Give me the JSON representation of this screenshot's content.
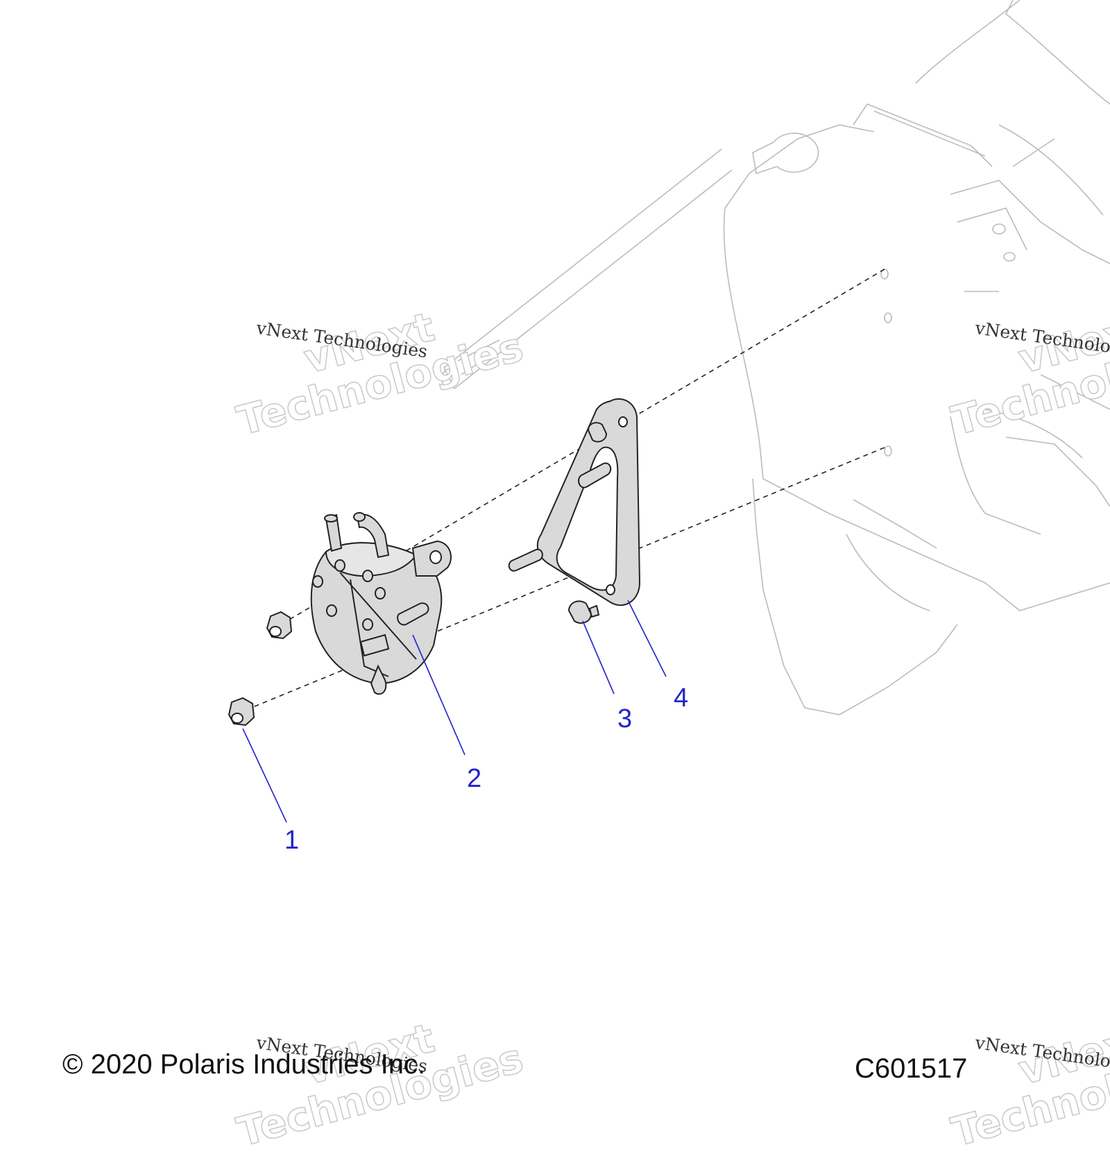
{
  "diagram": {
    "callouts": [
      {
        "id": "1",
        "label": "1"
      },
      {
        "id": "2",
        "label": "2"
      },
      {
        "id": "3",
        "label": "3"
      },
      {
        "id": "4",
        "label": "4"
      }
    ],
    "copyright": "© 2020 Polaris Industries Inc.",
    "figure_code": "C601517",
    "watermark_small": "vNext Technologies",
    "watermark_big_line1": "vNext",
    "watermark_big_line2": "Technologies",
    "colors": {
      "callout": "#2222cc",
      "part_fill": "#d9d9d9",
      "outline": "#222222",
      "background_lines": "#bbbbbb"
    }
  }
}
